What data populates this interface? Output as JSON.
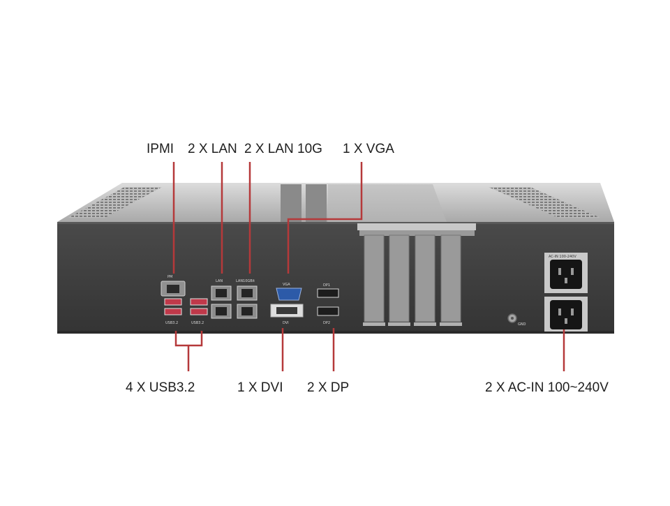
{
  "callouts": {
    "ipmi": "IPMI",
    "lan": "2 X LAN",
    "lan10g": "2 X LAN 10G",
    "vga": "1 X VGA",
    "usb": "4 X USB3.2",
    "dvi": "1 X DVI",
    "dp": "2 X DP",
    "acin": "2 X AC-IN 100~240V"
  },
  "panel_labels": {
    "pm": "PM",
    "lan": "LAN",
    "lan10g": "LAN10GBit",
    "vga": "VGA",
    "dp1": "DP1",
    "dp2": "DP2",
    "dvi": "DVI",
    "usb_left": "USB3.2",
    "usb_right": "USB3.2",
    "gnd": "GND",
    "acin": "AC-IN 100-240V"
  },
  "colors": {
    "leader_line": "#b5393a",
    "chassis_body": "#3e3e3e",
    "chassis_top": "#c9c9c9",
    "usb_port": "#c0394a",
    "vga_port": "#2c5aa8"
  }
}
